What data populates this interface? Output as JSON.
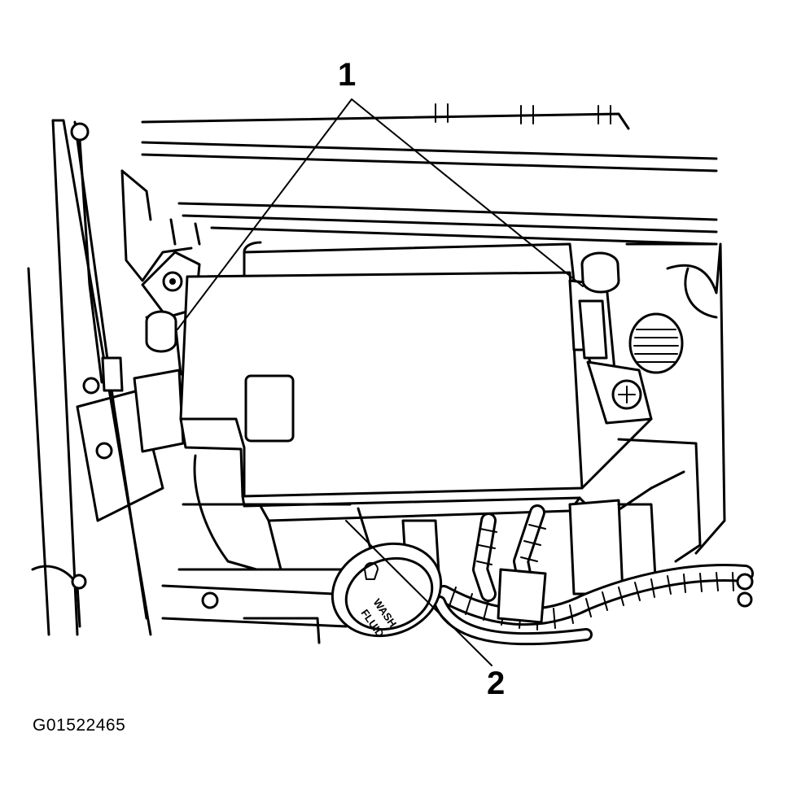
{
  "callouts": [
    {
      "id": "1",
      "label": "1"
    },
    {
      "id": "2",
      "label": "2"
    }
  ],
  "reservoir_label": {
    "line1": "WASH",
    "line2": "FLUID"
  },
  "figure_id": "G01522465",
  "colors": {
    "ink": "#000000",
    "paper": "#ffffff"
  }
}
